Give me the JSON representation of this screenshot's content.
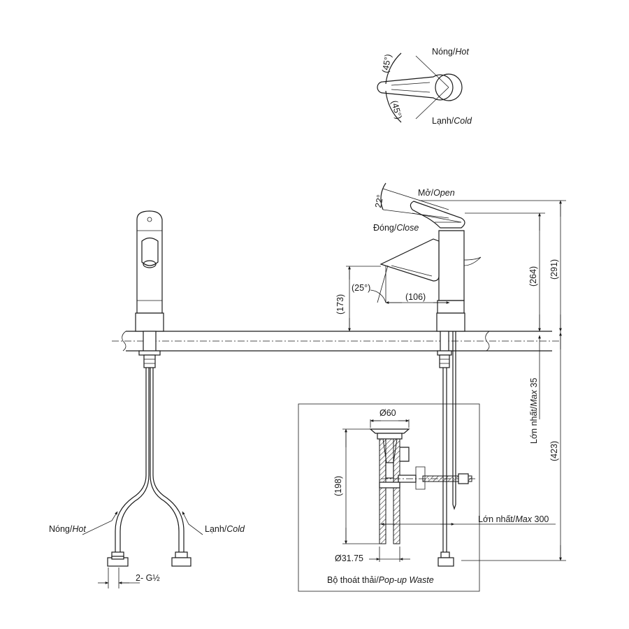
{
  "top_view": {
    "angle_top": "(45°)",
    "angle_bottom": "(45°)",
    "hot_label": "Nóng/",
    "hot_label_en": "Hot",
    "cold_label": "Lạnh/",
    "cold_label_en": "Cold"
  },
  "side_view": {
    "open_label": "Mở/",
    "open_label_en": "Open",
    "close_label": "Đóng/",
    "close_label_en": "Close",
    "handle_angle": "22°",
    "spout_angle": "(25°)",
    "spout_reach": "(106)",
    "spout_height": "(173)",
    "body_height": "(264)",
    "total_height": "(291)",
    "deck_max": "Lớn nhất/",
    "deck_max_en": "Max",
    "deck_max_value": " 35",
    "under_length": "(423)"
  },
  "front_view": {
    "hot_label": "Nóng/",
    "hot_label_en": "Hot",
    "cold_label": "Lạnh/",
    "cold_label_en": "Cold",
    "thread": "2- G½"
  },
  "waste_view": {
    "top_diameter": "Ø60",
    "height": "(198)",
    "pipe_diameter": "Ø31.75",
    "rod_max": "Lớn nhất/",
    "rod_max_en": "Max",
    "rod_max_value": " 300",
    "caption": "Bộ thoát thải/",
    "caption_en": "Pop-up Waste"
  }
}
